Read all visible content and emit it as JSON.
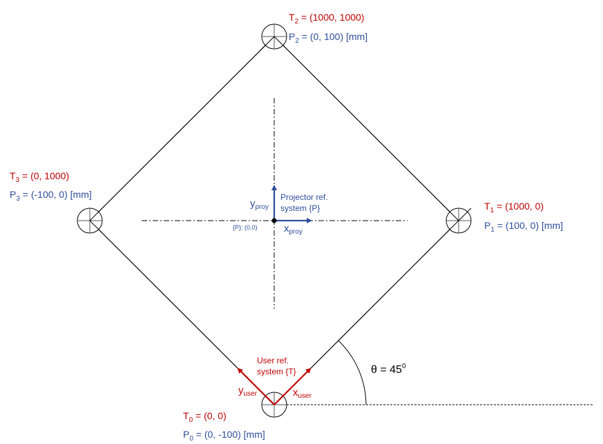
{
  "colors": {
    "user": "#c00000",
    "projector": "#2f4d9c",
    "line": "#000000"
  },
  "targets": [
    {
      "t_name": "T",
      "t_sub": "0",
      "t_value": " = (0, 0)",
      "p_name": "P",
      "p_sub": "0",
      "p_value": " = (0, -100) [mm]"
    },
    {
      "t_name": "T",
      "t_sub": "1",
      "t_value": " = (1000, 0)",
      "p_name": "P",
      "p_sub": "1",
      "p_value": " = (100, 0) [mm]"
    },
    {
      "t_name": "T",
      "t_sub": "2",
      "t_value": " = (1000, 1000)",
      "p_name": "P",
      "p_sub": "2",
      "p_value": " = (0, 100) [mm]"
    },
    {
      "t_name": "T",
      "t_sub": "3",
      "t_value": " = (0, 1000)",
      "p_name": "P",
      "p_sub": "3",
      "p_value": " = (-100, 0) [mm]"
    }
  ],
  "projector": {
    "title_line1": "Projector ref.",
    "title_line2": "system {P}",
    "origin_label": "{P}: (0,0)",
    "x_axis": "x",
    "x_sub": "proy",
    "y_axis": "y",
    "y_sub": "proy"
  },
  "user": {
    "title_line1": "User ref.",
    "title_line2": "system {T}",
    "x_axis": "x",
    "x_sub": "user",
    "y_axis": "y",
    "y_sub": "user"
  },
  "angle": {
    "label": "θ = 45",
    "sup": "0"
  }
}
